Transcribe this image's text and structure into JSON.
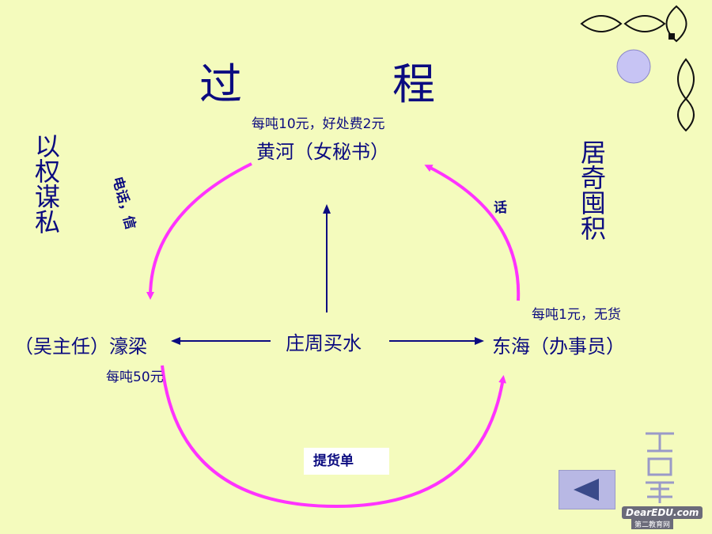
{
  "title": {
    "left": "过",
    "right": "程"
  },
  "side_labels": {
    "left": "以权谋私",
    "right": "居奇囤积"
  },
  "nodes": {
    "top": "黄河（女秘书）",
    "left": "（吴主任）濠梁",
    "center": "庄周买水",
    "right": "东海（办事员）"
  },
  "prices": {
    "top": "每吨10元，好处费2元",
    "left": "每吨50元",
    "right": "每吨1元，无货"
  },
  "arc_labels": {
    "left": "电话，信",
    "right": "话",
    "bottom": "提货单"
  },
  "controls": {
    "back_icon": "triangle-left-icon"
  },
  "brand": {
    "logo": "DearEDU.com",
    "sub": "第二教育网"
  },
  "colors": {
    "background": "#f4fbbd",
    "text": "#0b0b80",
    "arc": "#ff33ff",
    "button": "#b8b8e4"
  }
}
